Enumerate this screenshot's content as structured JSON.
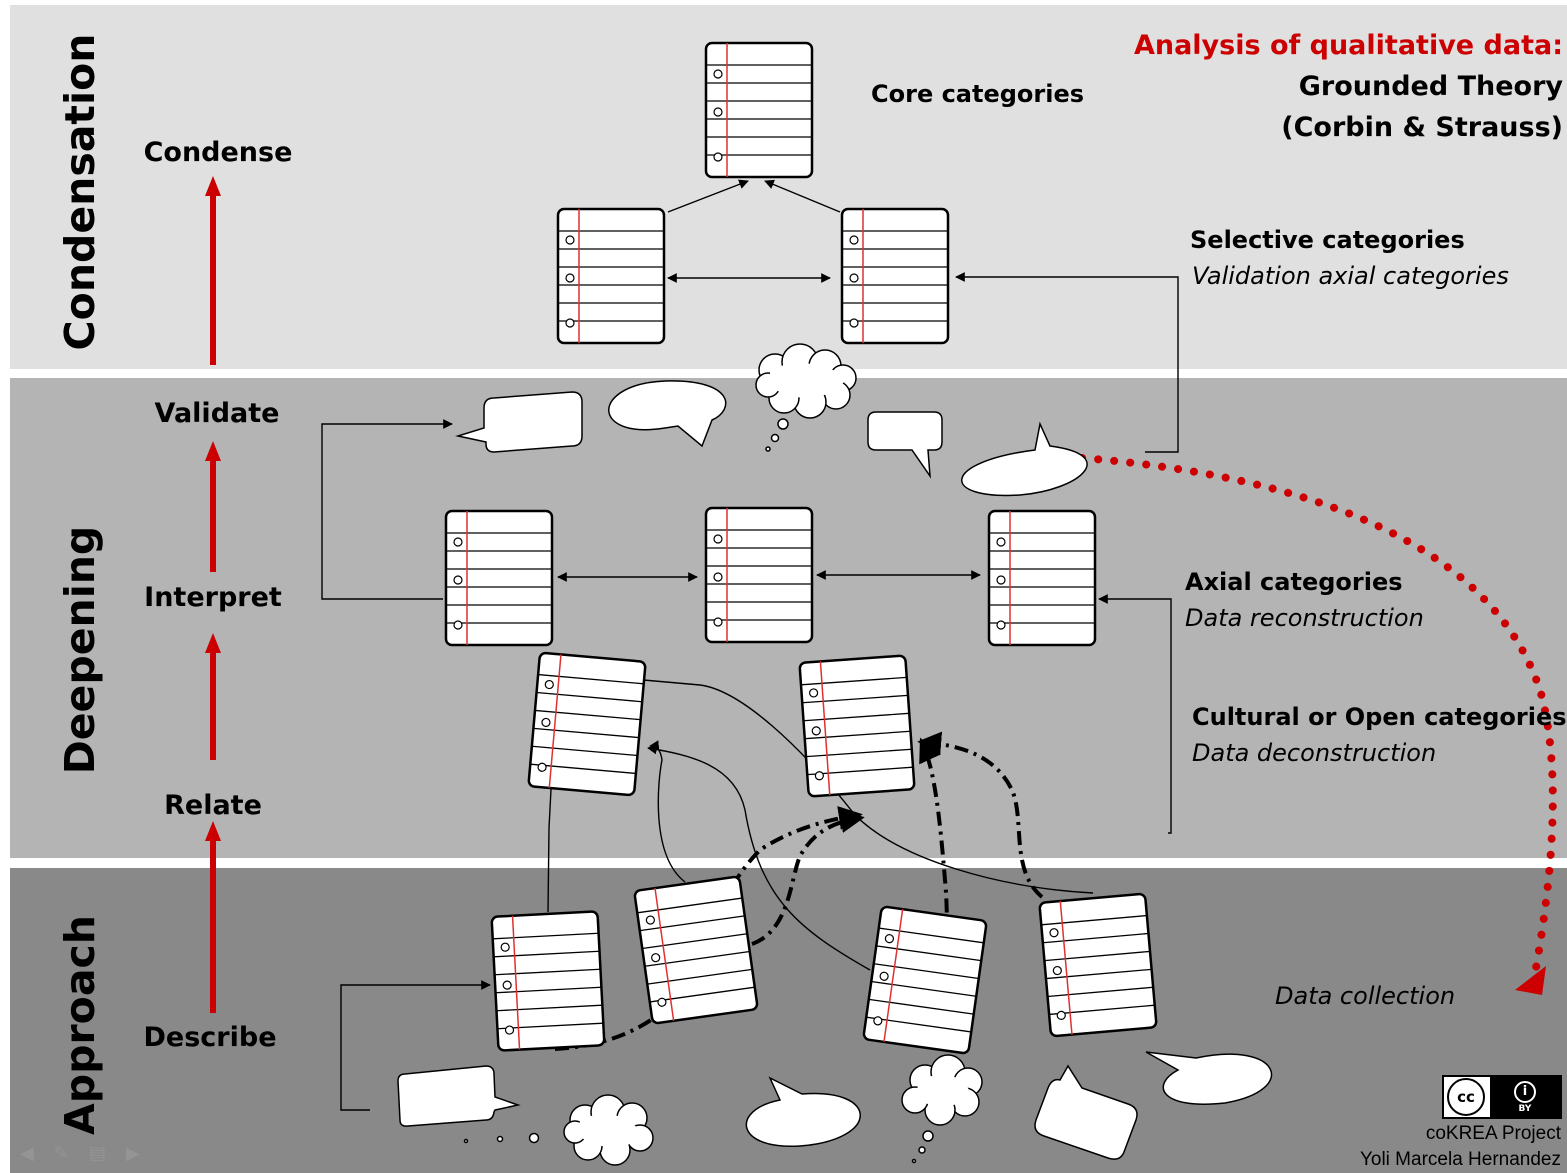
{
  "title": {
    "line1": "Analysis of qualitative data:",
    "line2": "Grounded Theory",
    "line3": "(Corbin & Strauss)"
  },
  "stages": {
    "condensation": "Condensation",
    "deepening": "Deepening",
    "approach": "Approach"
  },
  "steps": {
    "condense": "Condense",
    "validate": "Validate",
    "interpret": "Interpret",
    "relate": "Relate",
    "describe": "Describe"
  },
  "levels": {
    "core": "Core categories",
    "selective_title": "Selective categories",
    "selective_sub": "Validation axial categories",
    "axial_title": "Axial categories",
    "axial_sub": "Data reconstruction",
    "open_title": "Cultural or Open categories",
    "open_sub": "Data deconstruction",
    "collection": "Data collection"
  },
  "license": {
    "cc_symbol": "cc",
    "by_symbol": "i",
    "by_label": "BY",
    "project": "coKREA Project",
    "author": "Yoli Marcela Hernandez"
  },
  "colors": {
    "accent_red": "#cc0000",
    "band_top": "#e0e0e0",
    "band_middle": "#b4b4b4",
    "band_bottom": "#898989"
  },
  "icons": [
    "notebook-page-icon",
    "speech-bubble-icon",
    "thought-cloud-icon",
    "arrow-up-icon",
    "cc-license-icon"
  ]
}
